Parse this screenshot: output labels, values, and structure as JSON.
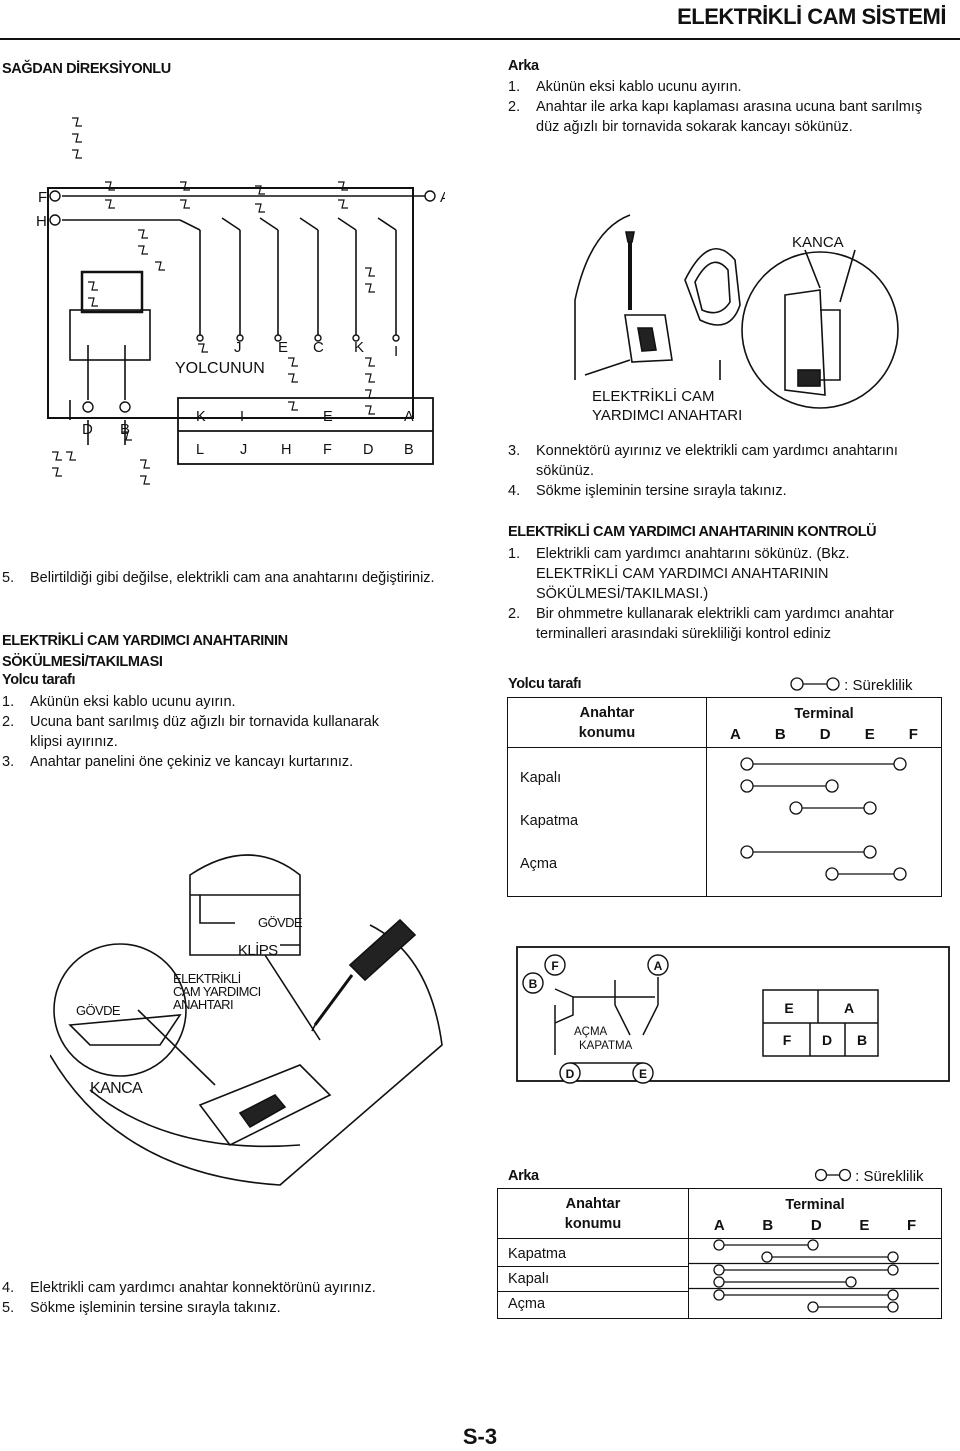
{
  "page": {
    "title": "ELEKTRİKLİ CAM SİSTEMİ",
    "page_number": "S-3"
  },
  "left": {
    "heading": "SAĞDAN DİREKSİYONLU",
    "wiring": {
      "pins_top": [
        "F",
        "H",
        "A"
      ],
      "pins_bottom_left": [
        "D",
        "B"
      ],
      "connector_row_labels": [
        "J",
        "E",
        "C",
        "K",
        "I"
      ],
      "connector_caption": "YOLCUNUN",
      "connector_top_row": [
        "K",
        "I",
        "",
        "E",
        "",
        "A"
      ],
      "connector_bottom_row": [
        "L",
        "J",
        "H",
        "F",
        "D",
        "B"
      ]
    },
    "step5": {
      "num": "5.",
      "text": "Belirtildiği gibi değilse, elektrikli cam ana anahtarını değiştiriniz."
    },
    "section_title": "ELEKTRİKLİ CAM YARDIMCI ANAHTARININ SÖKÜLMESİ/TAKILMASI",
    "passenger_side": "Yolcu tarafı",
    "steps": [
      {
        "num": "1.",
        "text": "Akünün eksi kablo ucunu ayırın."
      },
      {
        "num": "2.",
        "text": "Ucuna bant sarılmış düz ağızlı bir tornavida kullanarak klipsi ayırınız."
      },
      {
        "num": "3.",
        "text": "Anahtar panelini öne çekiniz ve kancayı kurtarınız."
      }
    ],
    "figure2": {
      "govde_top": "GÖVDE",
      "klips": "KLİPS",
      "switch": [
        "ELEKTRİKLİ",
        "CAM YARDIMCI",
        "ANAHTARI"
      ],
      "govde_left": "GÖVDE",
      "kanca": "KANCA"
    },
    "steps_bottom": [
      {
        "num": "4.",
        "text": "Elektrikli cam yardımcı anahtar konnektörünü ayırınız."
      },
      {
        "num": "5.",
        "text": "Sökme işleminin tersine sırayla takınız."
      }
    ]
  },
  "right": {
    "rear_heading": "Arka",
    "rear_steps": [
      {
        "num": "1.",
        "text": "Akünün eksi kablo ucunu ayırın."
      },
      {
        "num": "2.",
        "text": "Anahtar ile arka kapı kaplaması arasına ucuna bant sarılmış düz ağızlı bir tornavida sokarak kancayı sökünüz."
      }
    ],
    "figure1": {
      "kanca": "KANCA",
      "switch": [
        "ELEKTRİKLİ CAM",
        "YARDIMCI ANAHTARI"
      ]
    },
    "steps_34": [
      {
        "num": "3.",
        "text": "Konnektörü ayırınız ve elektrikli cam yardımcı anahtarını sökünüz."
      },
      {
        "num": "4.",
        "text": "Sökme işleminin tersine sırayla takınız."
      }
    ],
    "check_title": "ELEKTRİKLİ CAM YARDIMCI ANAHTARININ KONTROLÜ",
    "check_steps": [
      {
        "num": "1.",
        "text": "Elektrikli cam yardımcı anahtarını sökünüz. (Bkz. ELEKTRİKLİ CAM YARDIMCI ANAHTARININ SÖKÜLMESİ/TAKILMASI.)"
      },
      {
        "num": "2.",
        "text": "Bir ohmmetre kullanarak elektrikli cam yardımcı anahtar terminalleri arasındaki sürekliliği kontrol ediniz"
      }
    ],
    "passenger_table": {
      "side_label": "Yolcu tarafı",
      "legend": "Süreklilik",
      "header_position": "Anahtar konumu",
      "header_terminal": "Terminal",
      "terminals": [
        "A",
        "B",
        "D",
        "E",
        "F"
      ],
      "rows": [
        "Kapalı",
        "Kapatma",
        "Açma"
      ]
    },
    "connector_fig": {
      "pins": [
        "B",
        "F",
        "A",
        "D",
        "E"
      ],
      "labels": [
        "AÇMA",
        "KAPATMA"
      ],
      "grid_top": [
        "E",
        "A"
      ],
      "grid_bottom": [
        "F",
        "D",
        "B"
      ]
    },
    "rear_table": {
      "side_label": "Arka",
      "legend": "Süreklilik",
      "header_position": "Anahtar konumu",
      "header_terminal": "Terminal",
      "terminals": [
        "A",
        "B",
        "D",
        "E",
        "F"
      ],
      "rows": [
        "Kapatma",
        "Kapalı",
        "Açma"
      ]
    }
  }
}
